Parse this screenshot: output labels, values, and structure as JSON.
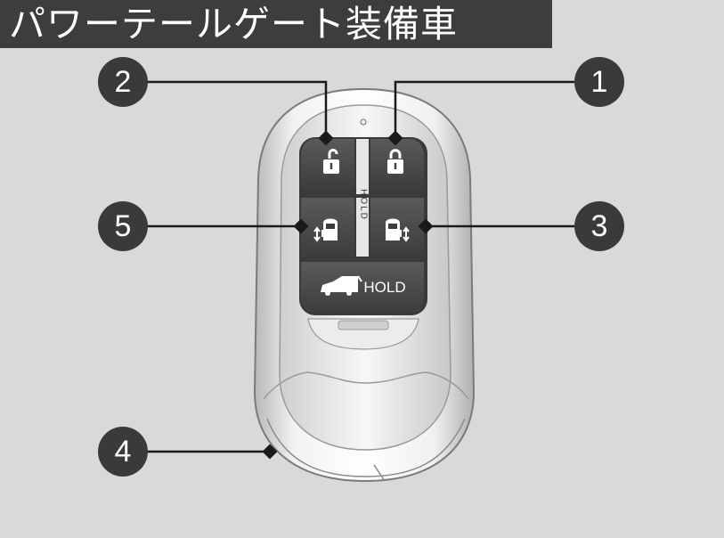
{
  "title": "パワーテールゲート装備車",
  "callouts": {
    "c1": "1",
    "c2": "2",
    "c3": "3",
    "c4": "4",
    "c5": "5"
  },
  "buttons": {
    "lock": {
      "icon": "lock-closed-icon"
    },
    "unlock": {
      "icon": "lock-open-icon"
    },
    "right_slide_door": {
      "icon": "right-slide-door-icon"
    },
    "left_slide_door": {
      "icon": "left-slide-door-icon"
    },
    "tailgate": {
      "icon": "tailgate-car-icon",
      "label": "HOLD"
    }
  },
  "divider_label": "HOLD",
  "colors": {
    "background": "#d9d9d9",
    "title_bar": "#3d3d3d",
    "callout": "#3a3a3a",
    "button_face": "#4a4a4a"
  }
}
